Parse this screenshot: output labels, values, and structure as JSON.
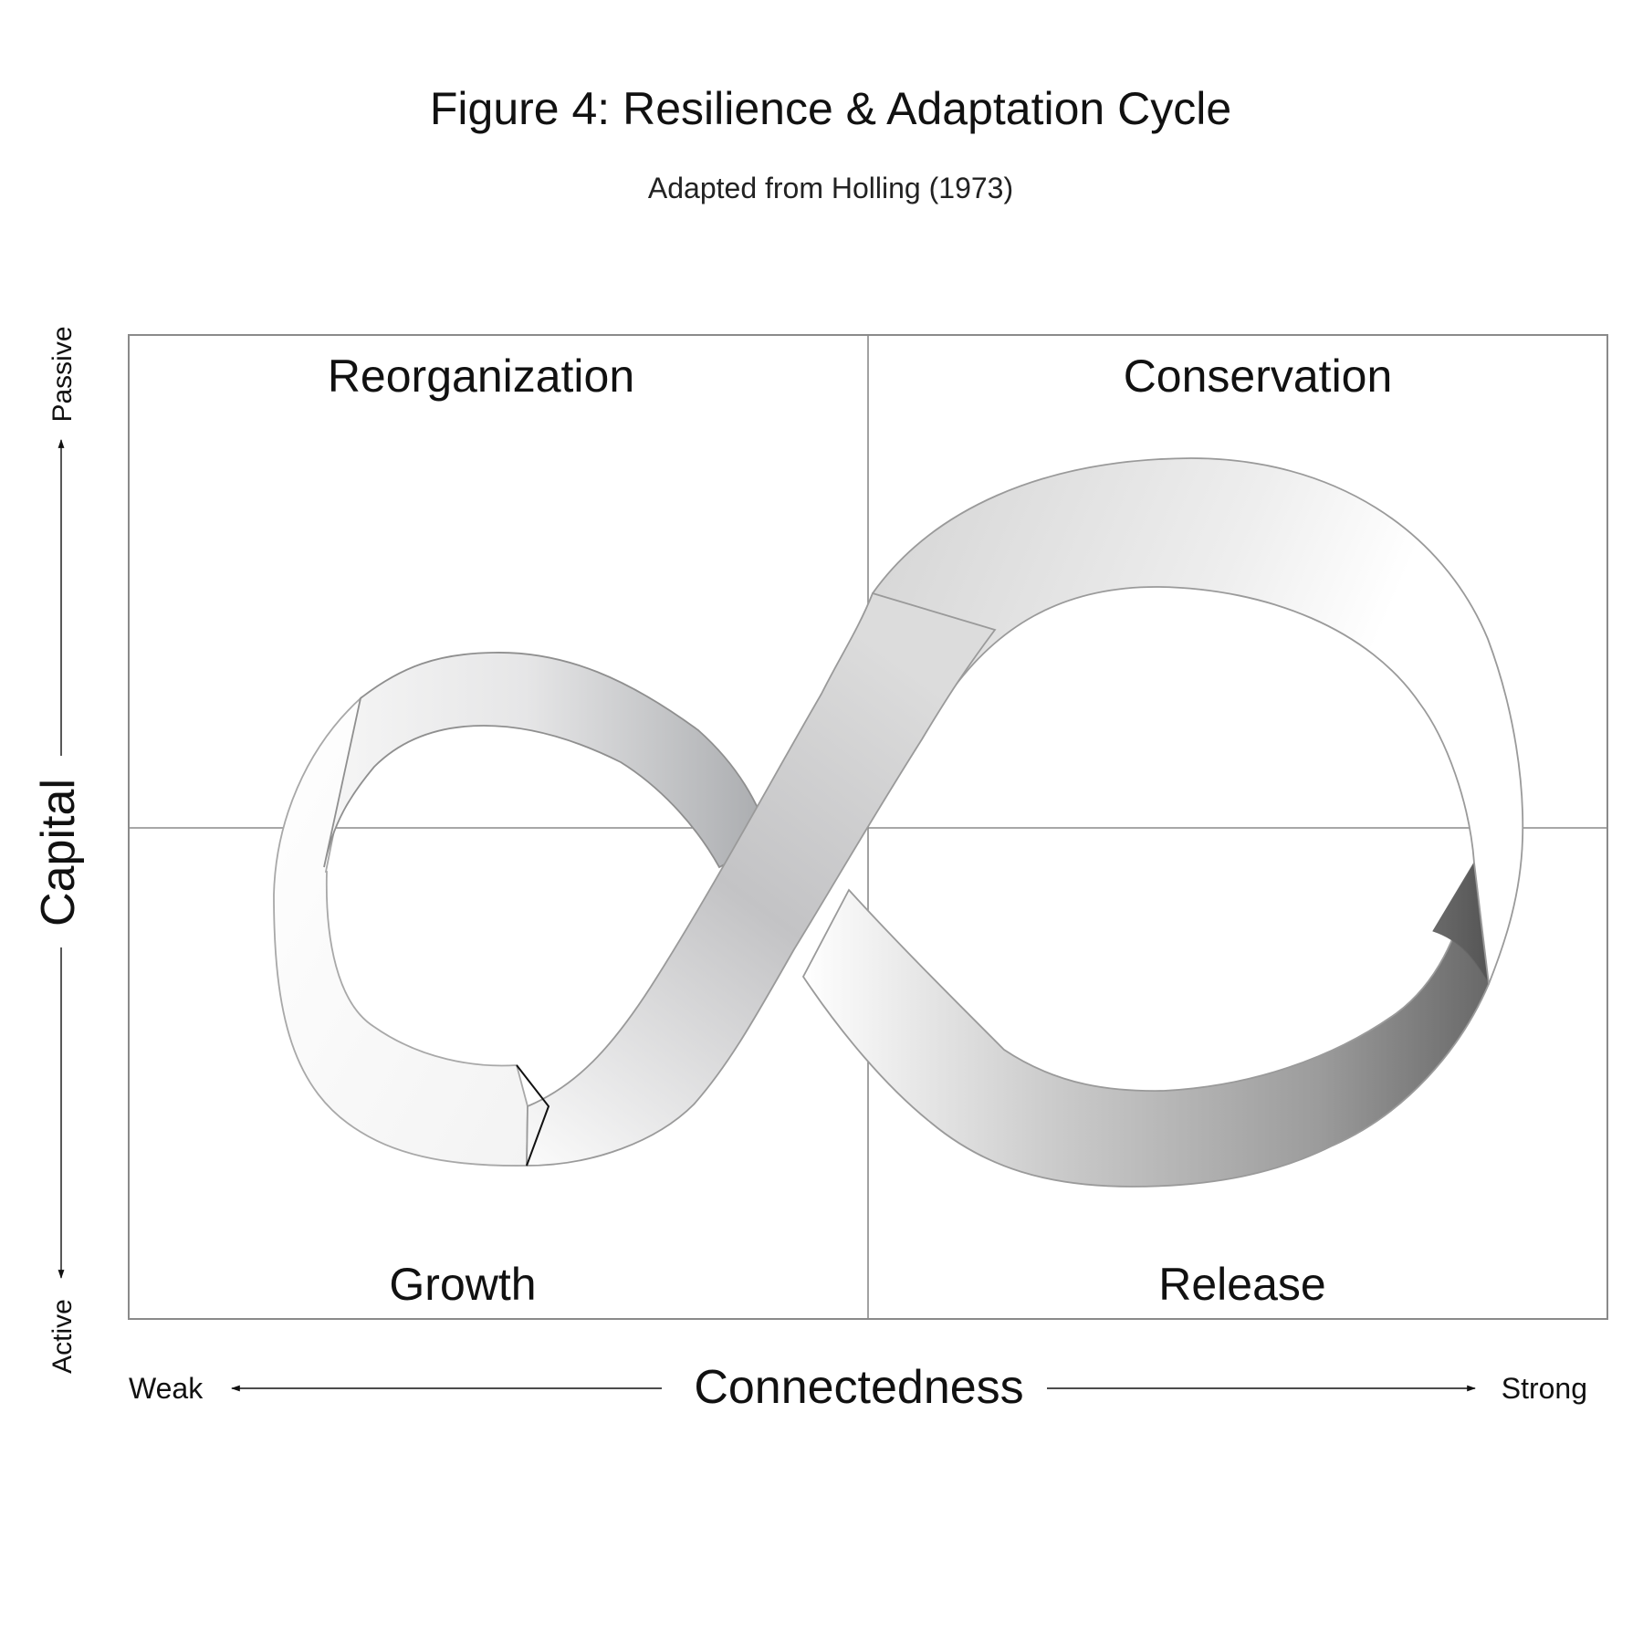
{
  "figure": {
    "title": "Figure 4: Resilience & Adaptation Cycle",
    "subtitle": "Adapted from Holling (1973)"
  },
  "quadrants": {
    "top_left": "Reorganization",
    "top_right": "Conservation",
    "bottom_left": "Growth",
    "bottom_right": "Release"
  },
  "x_axis": {
    "label": "Connectedness",
    "low": "Weak",
    "high": "Strong"
  },
  "y_axis": {
    "label": "Capital",
    "low": "Active",
    "high": "Passive"
  },
  "colors": {
    "frame": "#8a8a8a",
    "band_outline": "#9a9a9a",
    "band_light": "#f4f4f4",
    "band_mid": "#c2c2c4",
    "band_dark": "#6c6c6c"
  }
}
